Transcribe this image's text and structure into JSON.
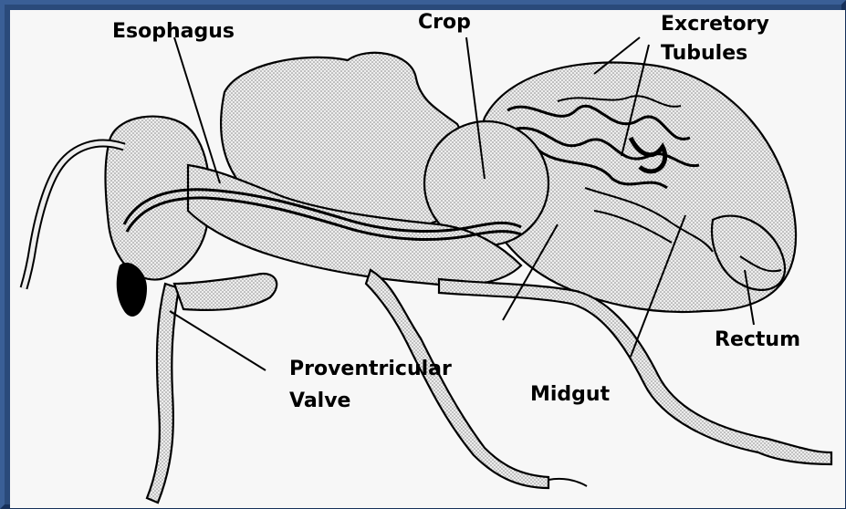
{
  "labels": {
    "esophagus": "Esophagus",
    "crop": "Crop",
    "excretory_line1": "Excretory",
    "excretory_line2": "Tubules",
    "proventricular_line1": "Proventricular",
    "proventricular_line2": "Valve",
    "midgut": "Midgut",
    "rectum": "Rectum"
  },
  "colors": {
    "frame": "#2a4a7a",
    "background": "#f7f7f7",
    "ink": "#000000",
    "stipple": "#9a9a9a"
  }
}
